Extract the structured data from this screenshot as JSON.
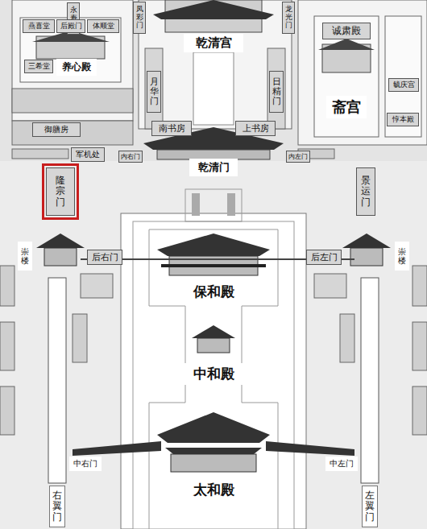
{
  "diagram": {
    "nodes": [
      {
        "text": [
          "永寿门"
        ]
      },
      {
        "text": [
          "凤彩门"
        ]
      },
      {
        "text": [
          "龙光门"
        ]
      },
      {
        "text": [
          "燕喜堂"
        ]
      },
      {
        "text": [
          "后殿门"
        ]
      },
      {
        "text": [
          "体顺堂"
        ]
      },
      {
        "text": [
          "乾清宫"
        ]
      },
      {
        "text": [
          "诚肃殿"
        ]
      },
      {
        "text": [
          "三希堂"
        ]
      },
      {
        "text": [
          "养心殿"
        ]
      },
      {
        "text": [
          "毓庆宫"
        ]
      },
      {
        "text": [
          "月华门"
        ]
      },
      {
        "text": [
          "日精门"
        ]
      },
      {
        "text": [
          "斋宫"
        ]
      },
      {
        "text": [
          "御膳房"
        ]
      },
      {
        "text": [
          "南书房"
        ]
      },
      {
        "text": [
          "上书房"
        ]
      },
      {
        "text": [
          "惇本殿"
        ]
      },
      {
        "text": [
          "军机处"
        ]
      },
      {
        "text": [
          "内右门"
        ]
      },
      {
        "text": [
          "乾清门"
        ]
      },
      {
        "text": [
          "内左门"
        ]
      },
      {
        "text": [
          "隆宗门"
        ]
      },
      {
        "text": [
          "景运门"
        ]
      },
      {
        "text": [
          "崇楼"
        ]
      },
      {
        "text": [
          "后右门"
        ]
      },
      {
        "text": [
          "保和殿"
        ]
      },
      {
        "text": [
          "后左门"
        ]
      },
      {
        "text": [
          "崇楼"
        ]
      },
      {
        "text": [
          "中和殿"
        ]
      },
      {
        "text": [
          "中右门"
        ]
      },
      {
        "text": [
          "太和殿"
        ]
      },
      {
        "text": [
          "中左门"
        ]
      },
      {
        "text": [
          "右翼门"
        ]
      },
      {
        "text": [
          "左翼门"
        ]
      }
    ]
  }
}
